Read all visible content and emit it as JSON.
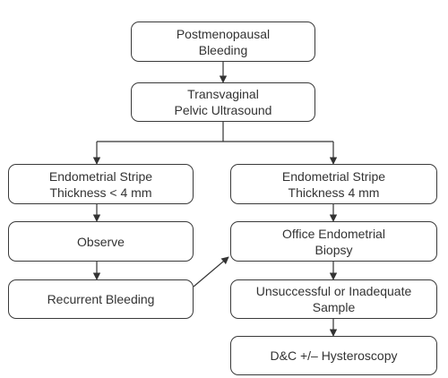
{
  "flowchart": {
    "nodes": {
      "postmenopausal_bleeding": "Postmenopausal\nBleeding",
      "transvaginal_ultrasound": "Transvaginal\nPelvic Ultrasound",
      "stripe_lt_4": "Endometrial Stripe\nThickness < 4 mm",
      "stripe_ge_4": "Endometrial Stripe\nThickness  4 mm",
      "observe": "Observe",
      "recurrent_bleeding": "Recurrent Bleeding",
      "office_biopsy": "Office Endometrial\nBiopsy",
      "unsuccessful_sample": "Unsuccessful or Inadequate\nSample",
      "dc_hysteroscopy": "D&C +/– Hysteroscopy"
    },
    "edges": [
      {
        "from": "postmenopausal_bleeding",
        "to": "transvaginal_ultrasound"
      },
      {
        "from": "transvaginal_ultrasound",
        "to": "stripe_lt_4"
      },
      {
        "from": "transvaginal_ultrasound",
        "to": "stripe_ge_4"
      },
      {
        "from": "stripe_lt_4",
        "to": "observe"
      },
      {
        "from": "observe",
        "to": "recurrent_bleeding"
      },
      {
        "from": "recurrent_bleeding",
        "to": "office_biopsy"
      },
      {
        "from": "stripe_ge_4",
        "to": "office_biopsy"
      },
      {
        "from": "office_biopsy",
        "to": "unsuccessful_sample"
      },
      {
        "from": "unsuccessful_sample",
        "to": "dc_hysteroscopy"
      }
    ],
    "colors": {
      "line": "#333333",
      "text": "#333333",
      "border": "#3a3a3a",
      "background": "#ffffff"
    }
  }
}
